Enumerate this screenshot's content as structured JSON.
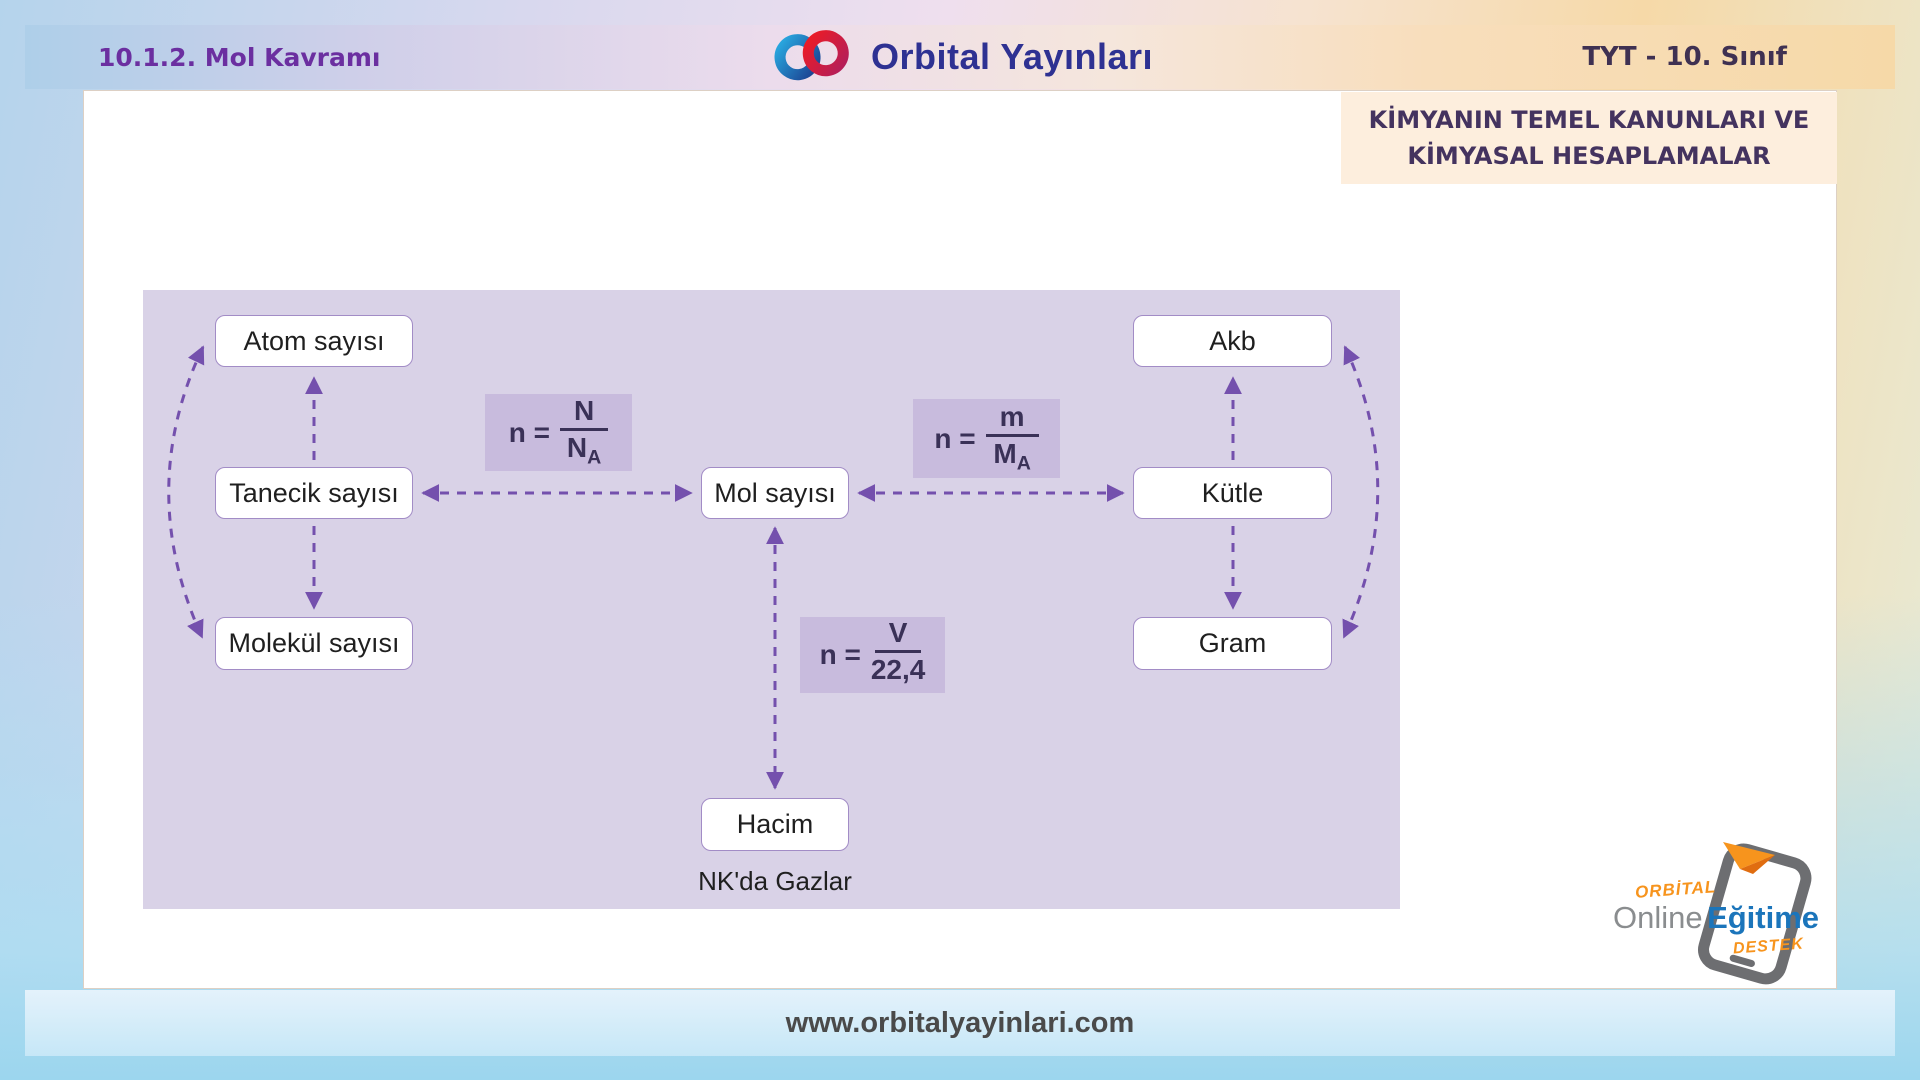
{
  "header": {
    "lesson_code": "10.1.2. Mol Kavramı",
    "brand": "Orbital Yayınları",
    "grade": "TYT - 10. Sınıf"
  },
  "unit_title": {
    "line1": "KİMYANIN TEMEL KANUNLARI VE",
    "line2": "KİMYASAL HESAPLAMALAR"
  },
  "diagram": {
    "boxes": {
      "atom": "Atom sayısı",
      "tanecik": "Tanecik sayısı",
      "molekul": "Molekül sayısı",
      "mol": "Mol sayısı",
      "akb": "Akb",
      "kutle": "Kütle",
      "gram": "Gram",
      "hacim": "Hacim"
    },
    "caption": "NK'da Gazlar",
    "formulas": [
      {
        "lhs": "n =",
        "numerator": "N",
        "denominator": "N",
        "denominator_sub": "A"
      },
      {
        "lhs": "n =",
        "numerator": "m",
        "denominator": "M",
        "denominator_sub": "A"
      },
      {
        "lhs": "n =",
        "numerator": "V",
        "denominator": "22,4",
        "denominator_sub": ""
      }
    ],
    "colors": {
      "panel_bg": "#d9d2e7",
      "formula_bg": "#c8bbdd",
      "arrow": "#7450ad",
      "box_border": "#a28cc6"
    }
  },
  "footer": {
    "website": "www.orbitalyayinlari.com"
  },
  "badge": {
    "orbital": "ORBİTAL",
    "online": "Online",
    "egitime": "Eğitime",
    "destek": "DESTEK"
  }
}
